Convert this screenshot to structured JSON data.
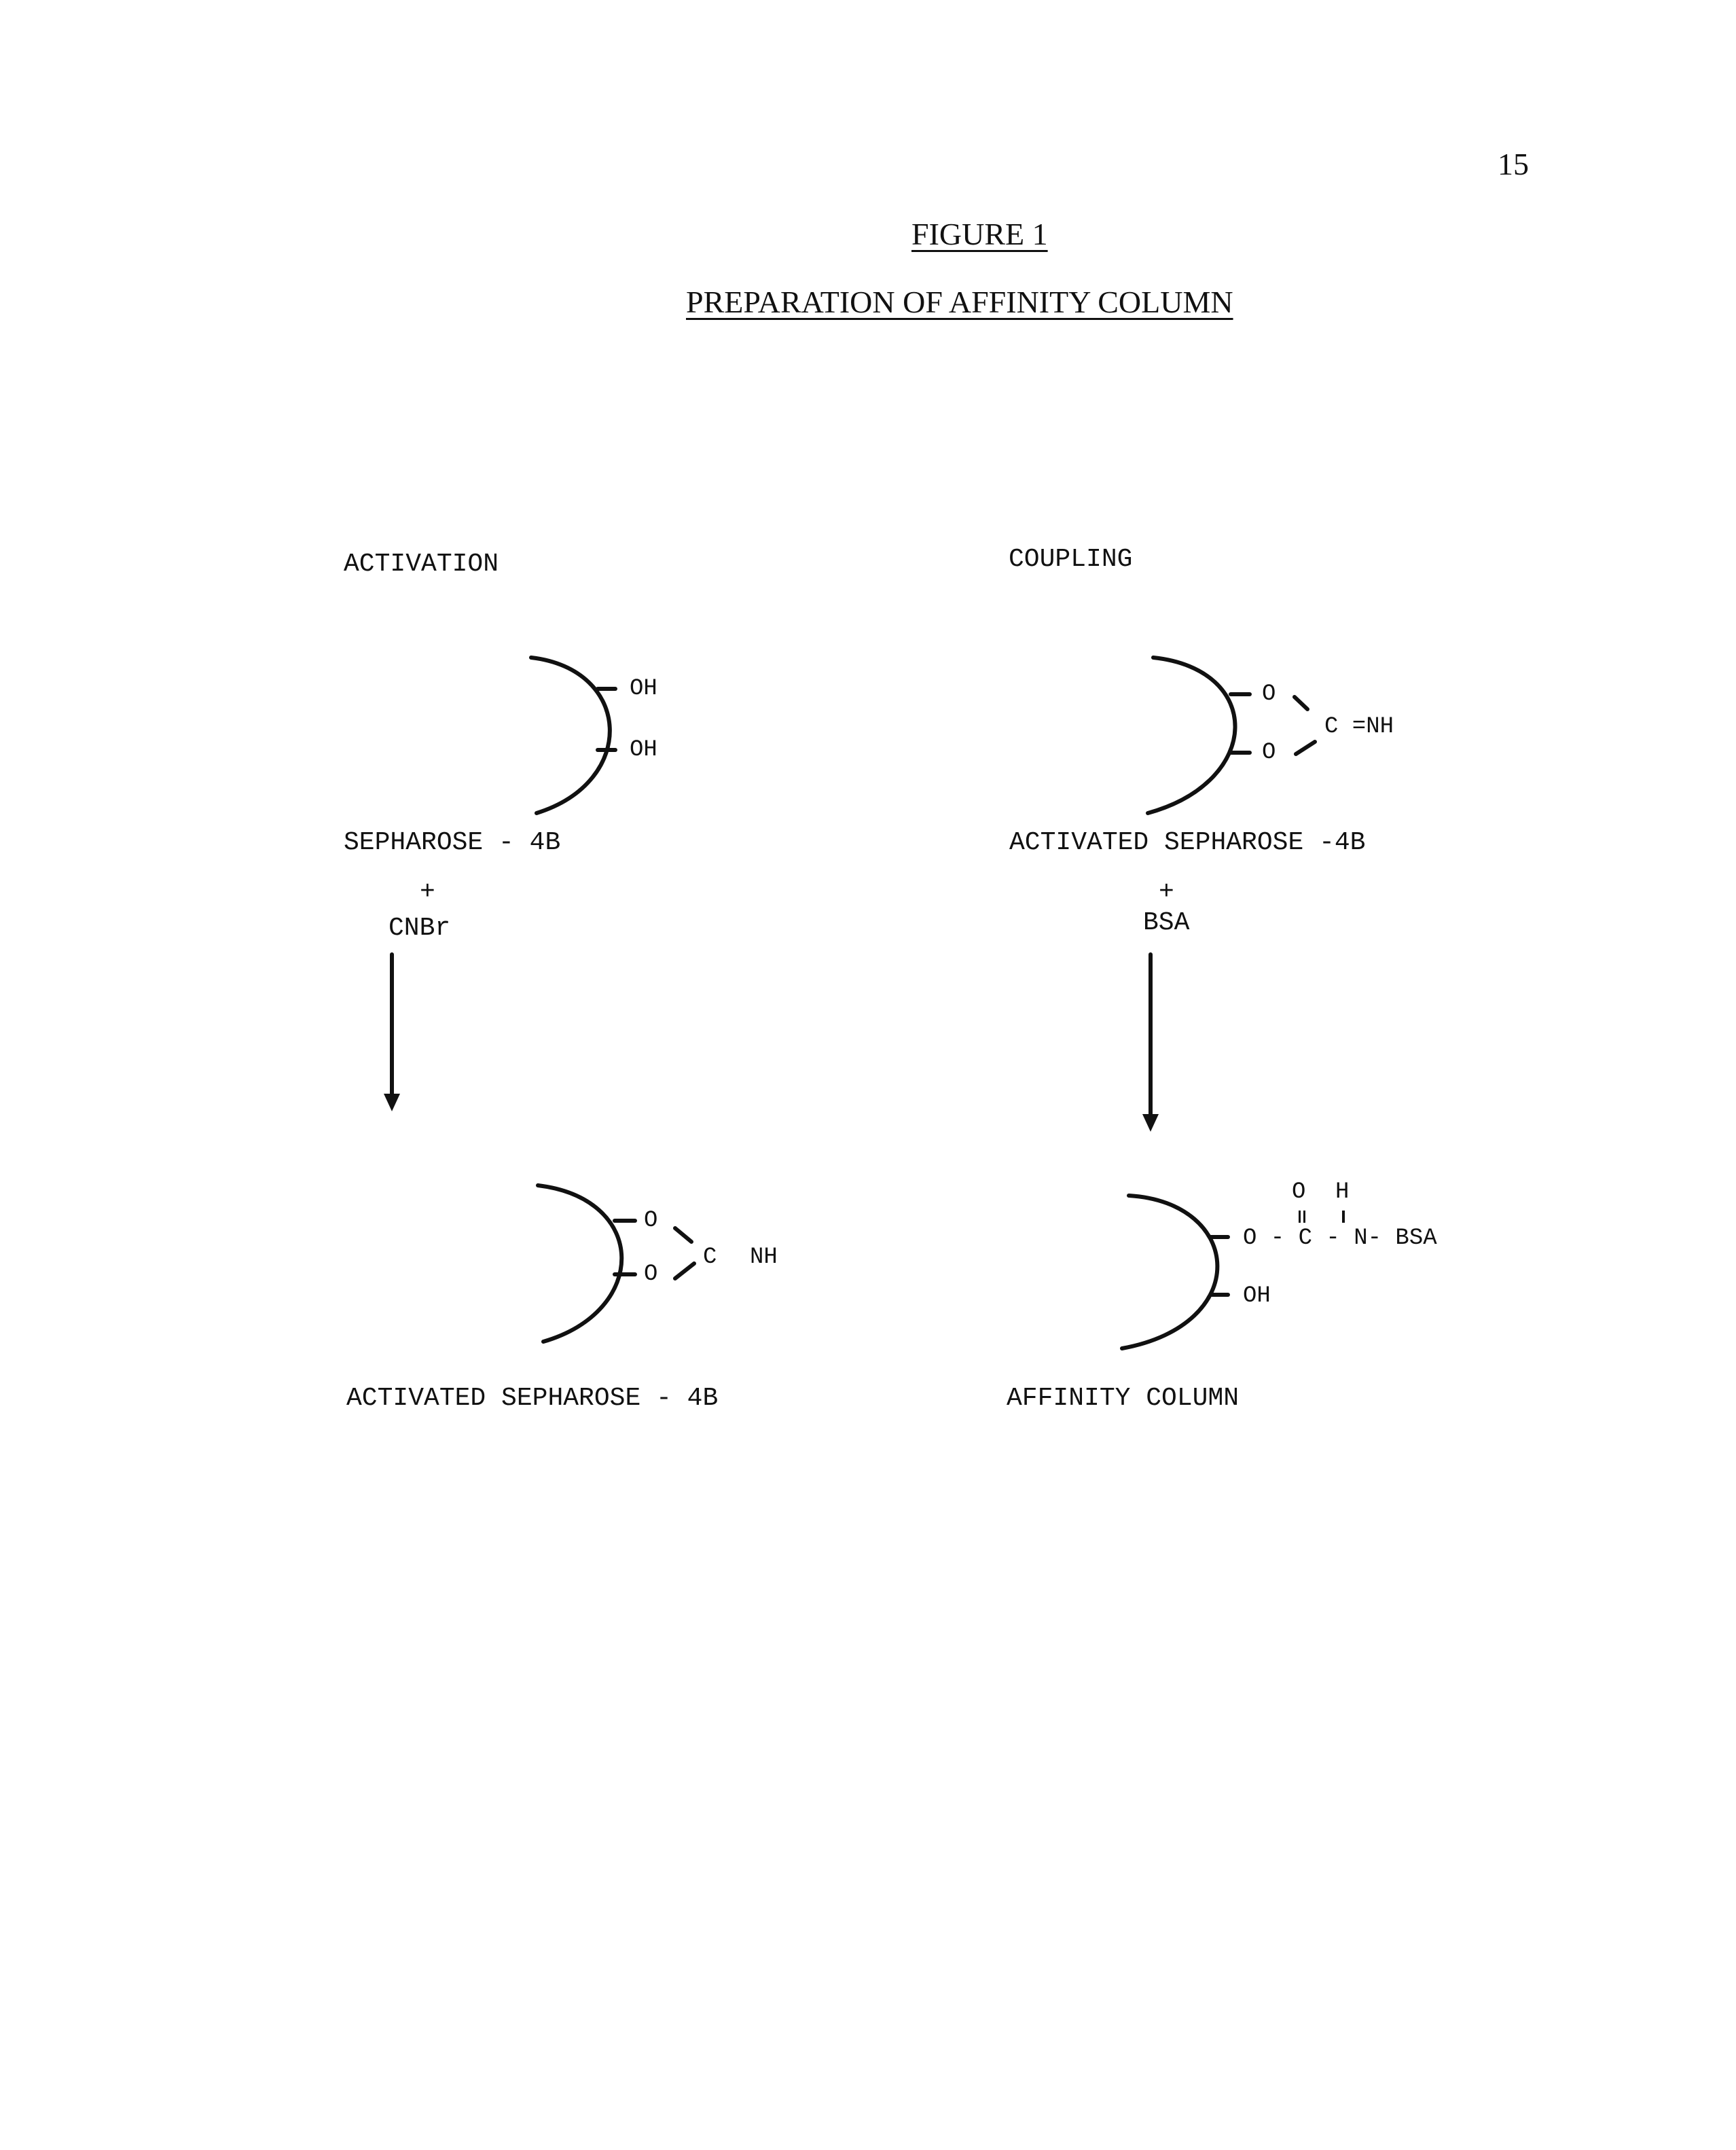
{
  "page_number": "15",
  "figure_label": "FIGURE 1",
  "figure_title": "PREPARATION OF AFFINITY COLUMN",
  "activation": {
    "heading": "ACTIVATION",
    "start": {
      "groups": [
        "OH",
        "OH"
      ],
      "name": "SEPHAROSE - 4B"
    },
    "reagent_plus": "+",
    "reagent": "CNBr",
    "product": {
      "o_top": "O",
      "o_bottom": "O",
      "carbon": "C",
      "nh": "NH",
      "name": "ACTIVATED SEPHAROSE - 4B"
    }
  },
  "coupling": {
    "heading": "COUPLING",
    "start": {
      "o_top": "O",
      "o_bottom": "O",
      "group": "C =NH",
      "name": "ACTIVATED SEPHAROSE -4B"
    },
    "reagent_plus": "+",
    "reagent": "BSA",
    "product": {
      "o_upper": "O",
      "h_upper": "H",
      "chain": "O - C - N- BSA",
      "oh": "OH",
      "name": "AFFINITY COLUMN"
    }
  }
}
